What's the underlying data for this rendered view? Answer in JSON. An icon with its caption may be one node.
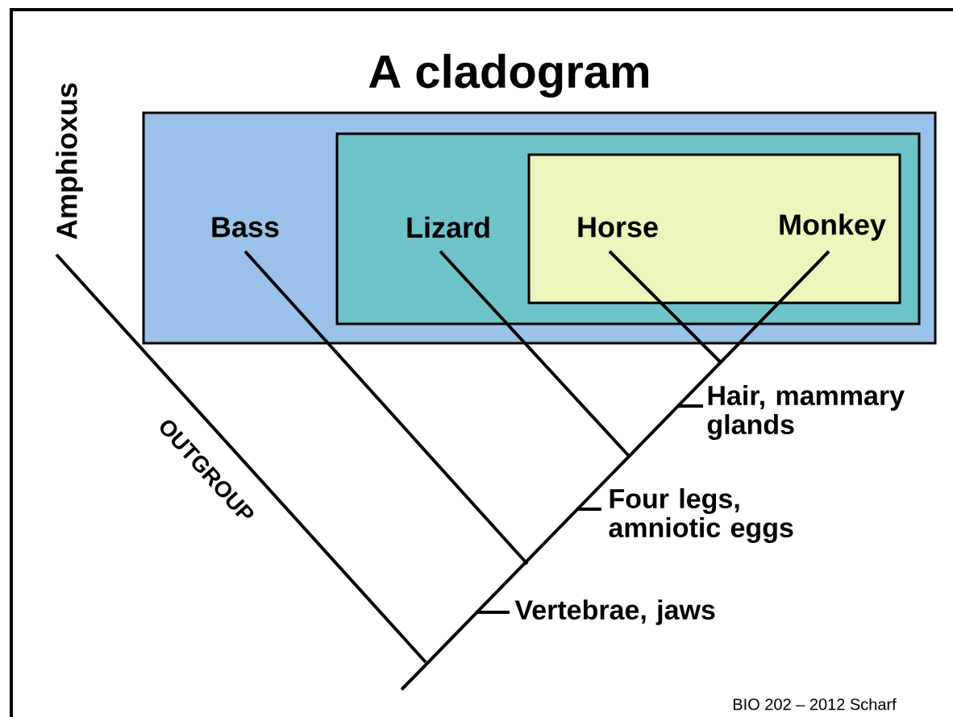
{
  "diagram": {
    "title": "A cladogram",
    "nodes": [
      {
        "text": [],
        "shape": "box"
      },
      {
        "text": [],
        "shape": "box",
        "in": 0
      },
      {
        "text": [],
        "shape": "box",
        "in": 1
      },
      {
        "text": [
          "Bass"
        ],
        "in": 0
      },
      {
        "text": [
          "Lizard"
        ],
        "in": 1
      },
      {
        "text": [
          "Horse"
        ],
        "in": 2
      },
      {
        "text": [
          "Monkey"
        ],
        "in": 2
      },
      {
        "text": [
          "Amphioxus"
        ]
      }
    ],
    "edges": [
      {
        "from": 7,
        "to": null,
        "arrow": "none"
      },
      {
        "from": 3,
        "to": null,
        "arrow": "none"
      },
      {
        "from": 4,
        "to": null,
        "arrow": "none"
      },
      {
        "from": 5,
        "to": null,
        "arrow": "none"
      },
      {
        "from": 6,
        "to": null,
        "arrow": "none"
      }
    ],
    "labels": [
      "OUTGROUP",
      "Hair, mammary glands",
      "Four legs, amniotic eggs",
      "Vertebrae, jaws",
      "BIO 202 – 2012 Scharf"
    ]
  }
}
